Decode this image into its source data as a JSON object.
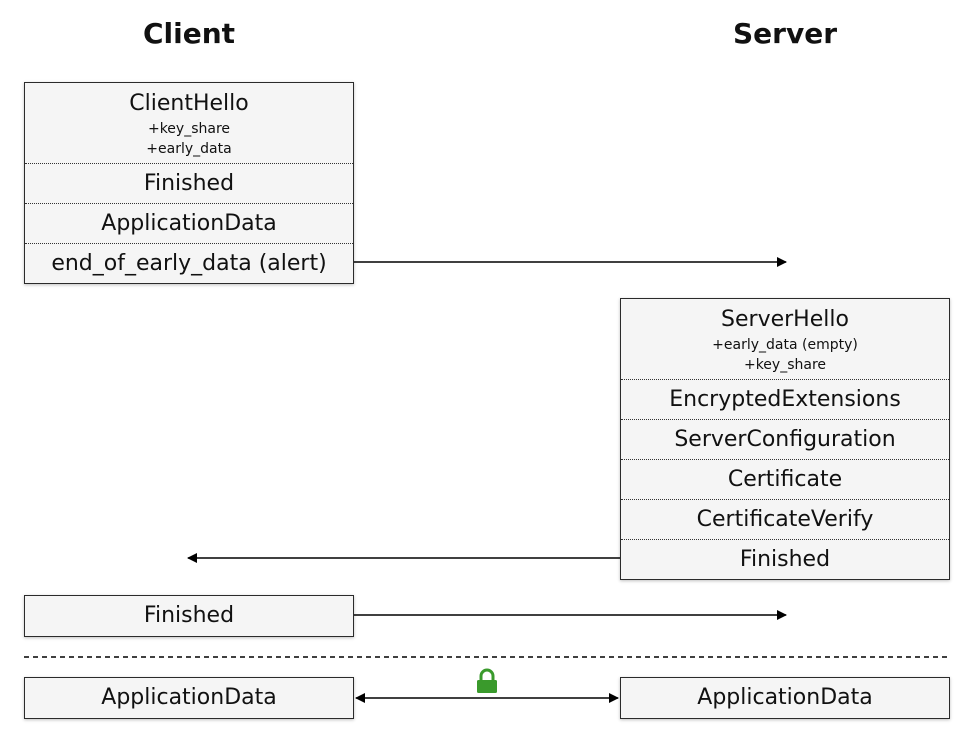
{
  "headers": {
    "client": "Client",
    "server": "Server"
  },
  "client_flight_1": {
    "hello": "ClientHello",
    "hello_ext": [
      "+key_share",
      "+early_data"
    ],
    "messages": [
      "Finished",
      "ApplicationData",
      "end_of_early_data (alert)"
    ]
  },
  "server_flight_1": {
    "hello": "ServerHello",
    "hello_ext": [
      "+early_data (empty)",
      "+key_share"
    ],
    "messages": [
      "EncryptedExtensions",
      "ServerConfiguration",
      "Certificate",
      "CertificateVerify",
      "Finished"
    ]
  },
  "client_flight_2": {
    "messages": [
      "Finished"
    ]
  },
  "application": {
    "client_label": "ApplicationData",
    "server_label": "ApplicationData",
    "lock_icon": "lock-icon",
    "lock_color": "#3a9a2c"
  },
  "colors": {
    "arrow": "#000000",
    "box_fill": "#f5f5f5",
    "box_border": "#2b2b2b"
  }
}
